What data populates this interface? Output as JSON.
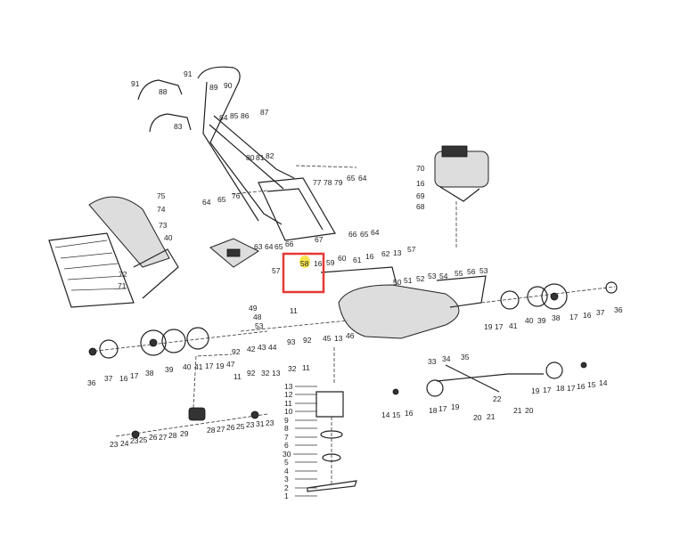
{
  "diagram": {
    "title": "Lawn mower exploded parts diagram",
    "highlight_color": "#e53935",
    "marker_color": "#f5e23a",
    "highlighted_part": "58",
    "callouts": [
      "91",
      "88",
      "91",
      "89",
      "90",
      "83",
      "87",
      "84",
      "85",
      "86",
      "80",
      "81",
      "82",
      "65",
      "64",
      "77",
      "78",
      "79",
      "64",
      "65",
      "76",
      "75",
      "74",
      "73",
      "40",
      "72",
      "71",
      "70",
      "16",
      "69",
      "68",
      "63",
      "64",
      "65",
      "66",
      "67",
      "66",
      "65",
      "64",
      "57",
      "58",
      "16",
      "59",
      "60",
      "61",
      "16",
      "62",
      "13",
      "57",
      "50",
      "51",
      "52",
      "53",
      "54",
      "55",
      "56",
      "53",
      "11",
      "45",
      "13",
      "46",
      "49",
      "48",
      "53",
      "19",
      "17",
      "41",
      "40",
      "39",
      "38",
      "17",
      "16",
      "37",
      "36",
      "36",
      "37",
      "16",
      "17",
      "38",
      "39",
      "40",
      "41",
      "17",
      "19",
      "47",
      "92",
      "42",
      "43",
      "44",
      "93",
      "92",
      "11",
      "92",
      "32",
      "13",
      "32",
      "11",
      "33",
      "34",
      "35",
      "14",
      "15",
      "16",
      "18",
      "17",
      "19",
      "20",
      "21",
      "22",
      "21",
      "20",
      "19",
      "17",
      "18",
      "17",
      "16",
      "15",
      "14",
      "13",
      "12",
      "11",
      "10",
      "9",
      "8",
      "7",
      "6",
      "30",
      "5",
      "4",
      "3",
      "2",
      "1",
      "23",
      "24",
      "23",
      "25",
      "26",
      "27",
      "28",
      "29",
      "28",
      "27",
      "26",
      "25",
      "23",
      "31",
      "23"
    ]
  }
}
